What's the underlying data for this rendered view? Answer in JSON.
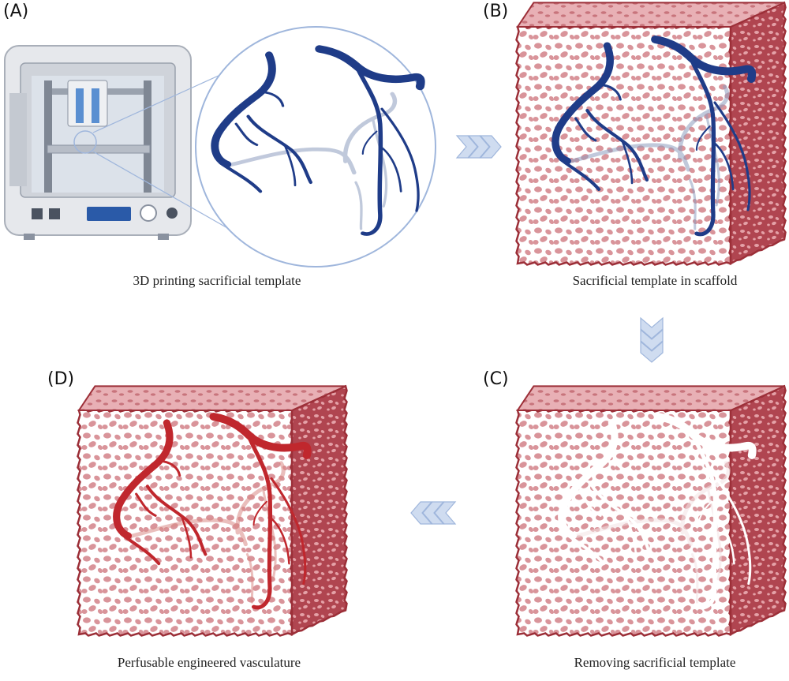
{
  "panels": {
    "a": {
      "label": "(A)",
      "caption": "3D printing sacrificial template"
    },
    "b": {
      "label": "(B)",
      "caption": "Sacrificial template in scaffold"
    },
    "c": {
      "label": "(C)",
      "caption": "Removing sacrificial template"
    },
    "d": {
      "label": "(D)",
      "caption": "Perfusable engineered vasculature"
    }
  },
  "colors": {
    "vessel_template": "#1f3c88",
    "vessel_template_back": "#8e9dbf",
    "vessel_perfused": "#c0272d",
    "vessel_perfused_back": "#d98a86",
    "vessel_removed": "#ffffff",
    "scaffold_front": "#f2c8cc",
    "scaffold_side": "#b0414b",
    "scaffold_edge": "#9c2f38",
    "arrow": "#cfdcf0",
    "arrow_stroke": "#9fb6dc",
    "printer_body": "#e6e8ec",
    "printer_dark": "#7f8794"
  },
  "icons": {
    "printer": "3d-printer-icon",
    "arrow_right": "chevron-right-arrow",
    "arrow_down": "chevron-down-arrow",
    "arrow_left": "chevron-left-arrow"
  }
}
